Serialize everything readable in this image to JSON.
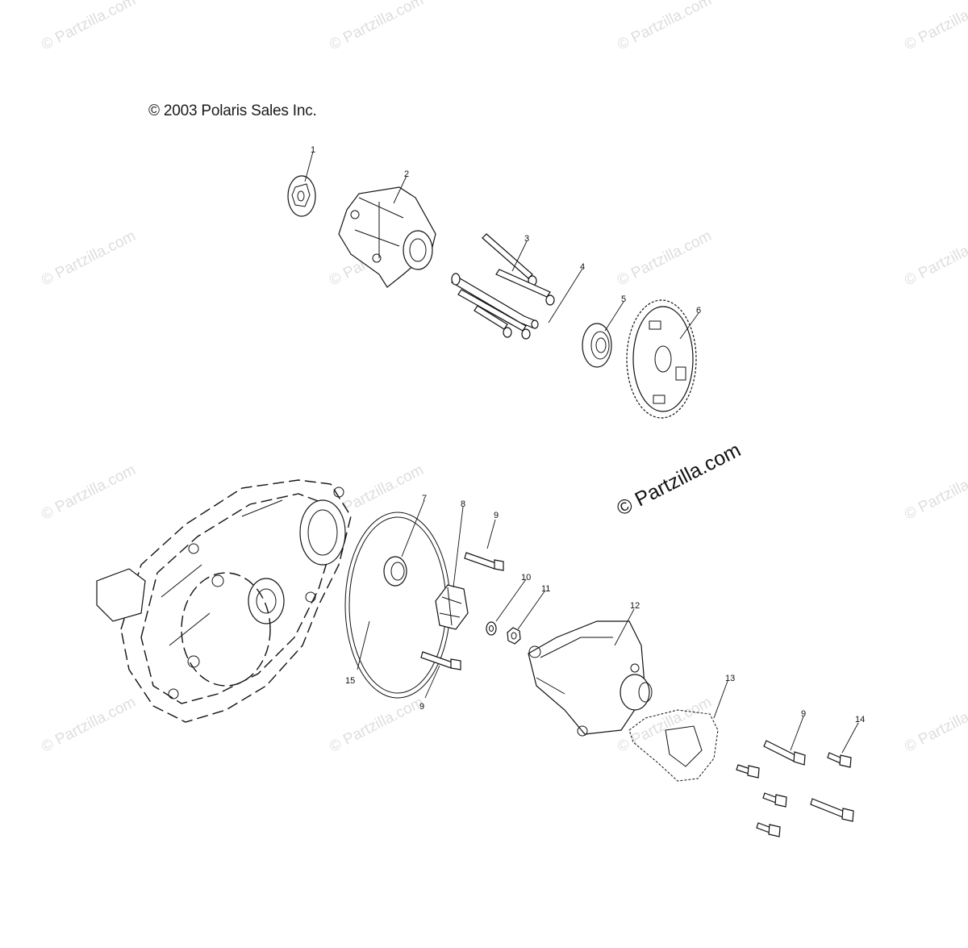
{
  "copyright": "© 2003 Polaris Sales Inc.",
  "watermark_small": "© Partzilla.com",
  "watermark_large": "© Partzilla.com",
  "callouts": {
    "c1": "1",
    "c2": "2",
    "c3": "3",
    "c4": "4",
    "c5": "5",
    "c6": "6",
    "c7": "7",
    "c8": "8",
    "c9a": "9",
    "c10": "10",
    "c11": "11",
    "c12": "12",
    "c13": "13",
    "c9b": "9",
    "c9c": "9",
    "c14": "14",
    "c15": "15"
  }
}
